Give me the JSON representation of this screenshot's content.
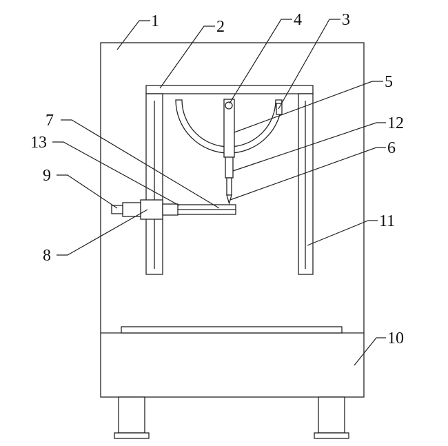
{
  "labels": [
    {
      "id": "1",
      "text": "1"
    },
    {
      "id": "2",
      "text": "2"
    },
    {
      "id": "3",
      "text": "3"
    },
    {
      "id": "4",
      "text": "4"
    },
    {
      "id": "5",
      "text": "5"
    },
    {
      "id": "6",
      "text": "6"
    },
    {
      "id": "7",
      "text": "7"
    },
    {
      "id": "8",
      "text": "8"
    },
    {
      "id": "9",
      "text": "9"
    },
    {
      "id": "10",
      "text": "10"
    },
    {
      "id": "11",
      "text": "11"
    },
    {
      "id": "12",
      "text": "12"
    },
    {
      "id": "13",
      "text": "13"
    }
  ]
}
